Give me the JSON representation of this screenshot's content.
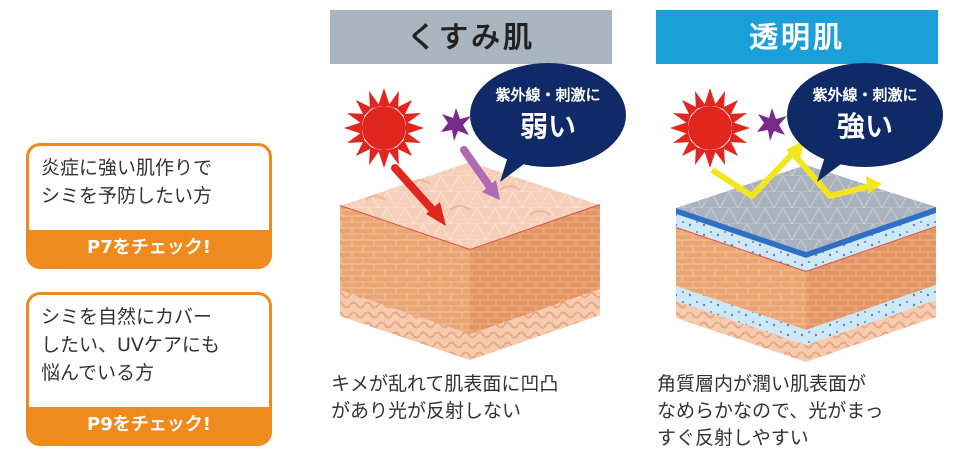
{
  "cards": [
    {
      "lines": [
        "炎症に強い肌作りで",
        "シミを予防したい方"
      ],
      "cta": "P7をチェック!"
    },
    {
      "lines": [
        "シミを自然にカバー",
        "したい、UVケアにも",
        "悩んでいる方"
      ],
      "cta": "P9をチェック!"
    }
  ],
  "columns": [
    {
      "header": "くすみ肌",
      "bubble_top": "紫外線・刺激に",
      "bubble_main": "弱い",
      "caption": [
        "キメが乱れて肌表面に凹凸",
        "があり光が反射しない"
      ]
    },
    {
      "header": "透明肌",
      "bubble_top": "紫外線・刺激に",
      "bubble_main": "強い",
      "caption": [
        "角質層内が潤い肌表面が",
        "なめらかなので、光がまっ",
        "すぐ反射しやすい"
      ]
    }
  ],
  "colors": {
    "accent_orange": "#ef8a1f",
    "header_gray": "#a9b6c0",
    "header_blue": "#1aa0d8",
    "bubble_navy": "#0f2a66",
    "sun_red": "#e0261f",
    "star_purple": "#7a2a8c"
  },
  "icons": [
    "sun-icon",
    "uv-star-icon",
    "skin-block-dull",
    "skin-block-clear",
    "arrow-icon"
  ]
}
